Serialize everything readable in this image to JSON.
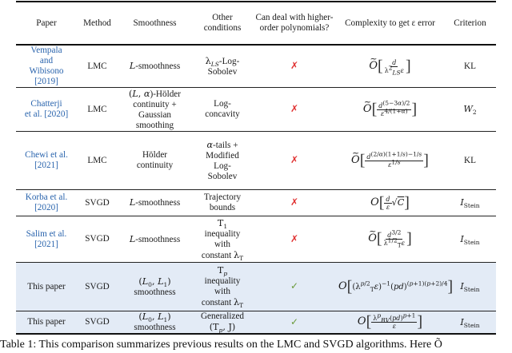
{
  "table": {
    "headers": {
      "paper": "Paper",
      "method": "Method",
      "smoothness": "Smoothness",
      "other_conditions": "Other conditions",
      "higher_order": "Can deal with higher-order polynomials?",
      "complexity": "Complexity to get ε error",
      "criterion": "Criterion"
    },
    "rows": [
      {
        "paper": "Vempala and Wibisono [2019]",
        "method": "LMC",
        "smoothness": "L-smoothness",
        "other_conditions": "λLS-Log-Sobolev",
        "higher_order": "✗",
        "complexity": "Õ[ d / (λ²_LS ε) ]",
        "criterion": "KL"
      },
      {
        "paper": "Chatterji et al. [2020]",
        "method": "LMC",
        "smoothness": "(L, α)-Hölder continuity + Gaussian smoothing",
        "other_conditions": "Log-concavity",
        "higher_order": "✗",
        "complexity": "Õ[ d^((5−3α)/2) / ε^(4/(1+α)) ]",
        "criterion": "W2"
      },
      {
        "paper": "Chewi et al. [2021]",
        "method": "LMC",
        "smoothness": "Hölder continuity",
        "other_conditions": "α-tails + Modified Log-Sobolev",
        "higher_order": "✗",
        "complexity": "Õ[ d^((2/α)(1+1/s)−1/s) / ε^(1/s) ]",
        "criterion": "KL"
      },
      {
        "paper": "Korba et al. [2020]",
        "method": "SVGD",
        "smoothness": "L-smoothness",
        "other_conditions": "Trajectory bounds",
        "higher_order": "✗",
        "complexity": "O[ (d/ε) √C ]",
        "criterion": "I_Stein"
      },
      {
        "paper": "Salim et al. [2021]",
        "method": "SVGD",
        "smoothness": "L-smoothness",
        "other_conditions": "T1 inequality with constant λT",
        "higher_order": "✗",
        "complexity": "Õ[ d^(3/2) / (λT^(1/2) ε) ]",
        "criterion": "I_Stein"
      },
      {
        "paper": "This paper",
        "method": "SVGD",
        "smoothness": "(L0, L1) smoothness",
        "other_conditions": "Tp inequality with constant λT",
        "higher_order": "✓",
        "complexity": "O[ (λT^(p/2) ε)^(−1) (pd)^((p+1)(p+2)/4) ]",
        "criterion": "I_Stein"
      },
      {
        "paper": "This paper",
        "method": "SVGD",
        "smoothness": "(L0, L1) smoothness",
        "other_conditions": "Generalized (Tp, J)",
        "higher_order": "✓",
        "complexity": "O[ λ^p_BV (pd)^(p+1) / ε ]",
        "criterion": "I_Stein"
      }
    ]
  },
  "text": {
    "vempala": "Vempala",
    "and": "and",
    "wibisono": "Wibisono",
    "y2019": "[2019]",
    "chatterji": "Chatterji",
    "etal2020": "et al. [2020]",
    "chewi": "Chewi et al.",
    "y2021": "[2021]",
    "korba": "Korba et al.",
    "y2020": "[2020]",
    "salim": "Salim et al.",
    "lmc": "LMC",
    "svgd": "SVGD",
    "L": "L",
    "smooth_suffix": "-smoothness",
    "holder_suffix": ")-Hölder",
    "continuity_plus": "continuity +",
    "gaussian": "Gaussian",
    "smoothing": "smoothing",
    "holder": "Hölder",
    "continuity": "continuity",
    "smoothness": "smoothness",
    "log_sobolev_suffix": "-Log-",
    "sobolev": "Sobolev",
    "log": "Log-",
    "concavity": "concavity",
    "alpha_tails": "-tails +",
    "modified": "Modified",
    "log2": "Log-",
    "sobolev2": "Sobolev",
    "trajectory": "Trajectory",
    "bounds": "bounds",
    "inequality": "inequality",
    "with": "with",
    "constant": "constant",
    "generalized": "Generalized",
    "this_paper": "This paper",
    "cross": "✗",
    "check": "✓",
    "KL": "KL",
    "W": "W",
    "two": "2",
    "I": "I",
    "stein": "Stein"
  },
  "caption": "Table 1:  This comparison summarizes previous results on the LMC and SVGD algorithms. Here Õ"
}
